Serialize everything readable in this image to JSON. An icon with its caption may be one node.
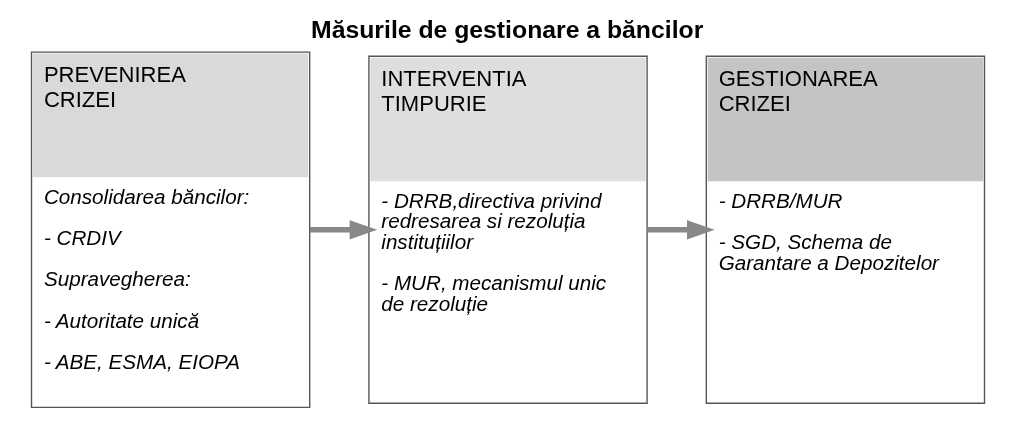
{
  "diagram": {
    "title": "Măsurile de gestionare a băncilor",
    "nodes": [
      {
        "text": [
          "PREVENIREA CRIZEI",
          "Consolidarea băncilor:",
          "- CRDIV",
          "Supravegherea:",
          "- Autoritate unică",
          "- ABE, ESMA, EIOPA"
        ]
      },
      {
        "text": [
          "INTERVENTIA TIMPURIE",
          "- DRRB,directiva privind redresarea si rezoluția instituțiilor",
          "- MUR, mecanismul unic de rezoluție"
        ]
      },
      {
        "text": [
          "GESTIONAREA CRIZEI",
          "- DRRB/MUR",
          "- SGD, Schema de Garantare a Depozitelor"
        ]
      }
    ],
    "edges": [
      {
        "from": 0,
        "to": 1,
        "arrow": "to"
      },
      {
        "from": 1,
        "to": 2,
        "arrow": "to"
      }
    ]
  }
}
